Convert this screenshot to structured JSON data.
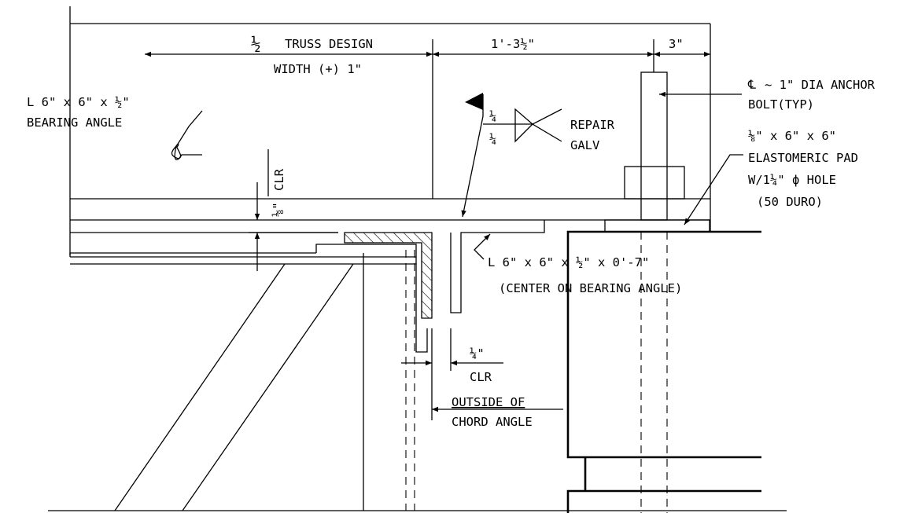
{
  "dimensions": {
    "half_truss": "TRUSS DESIGN",
    "half_truss_frac": "½",
    "width_plus": "WIDTH (+) 1\"",
    "center_dim": "1'-3½\"",
    "three_in": "3\"",
    "eighth_frac": "⅛\"",
    "eighth_clr": "CLR",
    "quarter_frac": "¼\"",
    "quarter_clr": "CLR"
  },
  "labels": {
    "bearing_angle_1": "L 6\" x 6\" x ½\"",
    "bearing_angle_2": "BEARING ANGLE",
    "anchor_1": "~ 1\" DIA ANCHOR",
    "anchor_cl": "℄",
    "anchor_2": "BOLT(TYP)",
    "pad_1": "⅛\" x 6\" x 6\"",
    "pad_2": "ELASTOMERIC PAD",
    "pad_3": "W/1¼\" ϕ HOLE",
    "pad_4": "(50 DURO)",
    "clip_1": "L 6\" x 6\" x ½\" x 0'-7\"",
    "clip_2": "(CENTER ON BEARING ANGLE)",
    "chord_1": "OUTSIDE OF",
    "chord_2": "CHORD ANGLE"
  },
  "weld": {
    "top": "¼",
    "bottom": "¼",
    "note_1": "REPAIR",
    "note_2": "GALV"
  }
}
